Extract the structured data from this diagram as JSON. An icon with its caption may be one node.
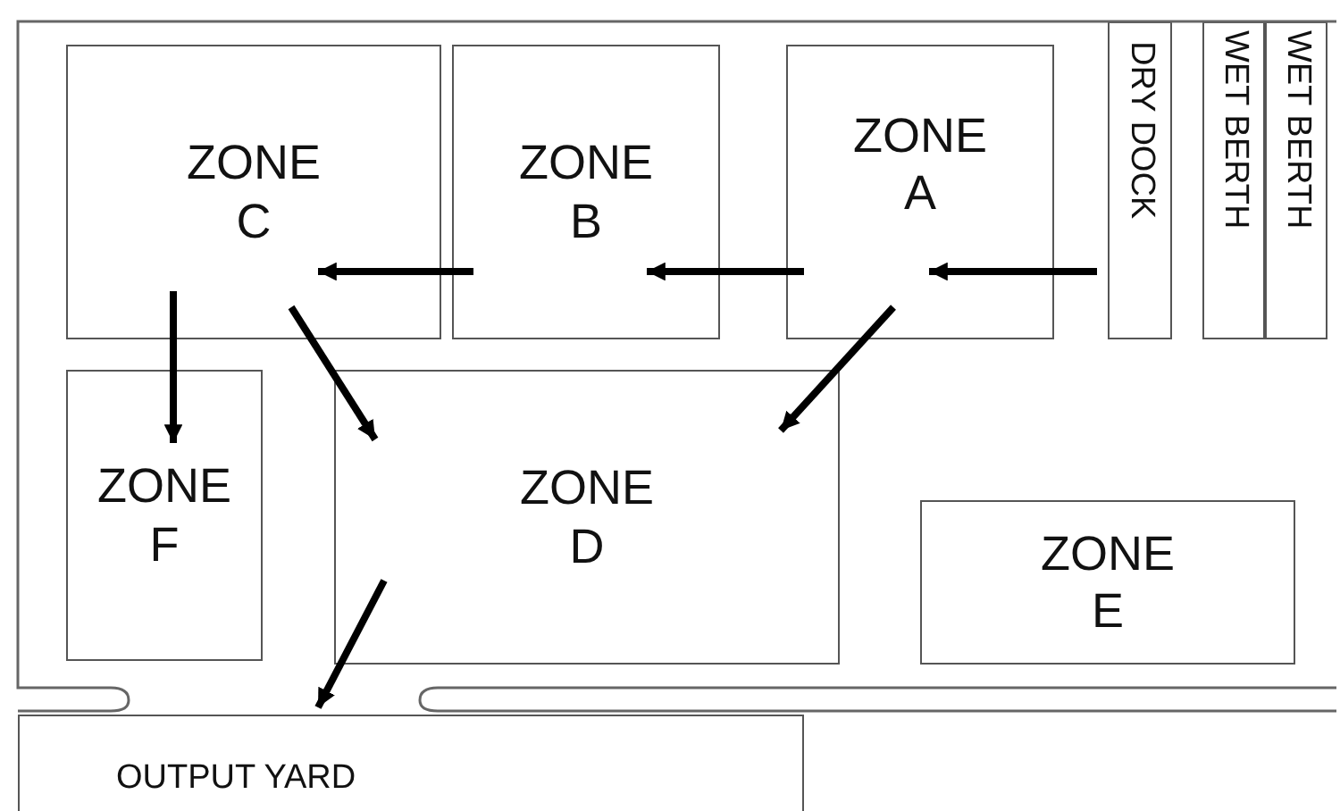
{
  "diagram": {
    "nodes": [
      {
        "text": [
          "ZONE C"
        ]
      },
      {
        "text": [
          "ZONE B"
        ]
      },
      {
        "text": [
          "ZONE A"
        ]
      },
      {
        "text": [
          "DRY DOCK"
        ]
      },
      {
        "text": [
          "WET BERTH"
        ]
      },
      {
        "text": [
          "WET BERTH"
        ]
      },
      {
        "text": [
          "ZONE F"
        ]
      },
      {
        "text": [
          "ZONE D"
        ]
      },
      {
        "text": [
          "ZONE E"
        ]
      },
      {
        "text": [
          "OUTPUT YARD"
        ]
      }
    ],
    "edges": [
      {
        "from": 3,
        "to": 2,
        "arrow": "to"
      },
      {
        "from": 2,
        "to": 1,
        "arrow": "to"
      },
      {
        "from": 1,
        "to": 0,
        "arrow": "to"
      },
      {
        "from": 0,
        "to": 6,
        "arrow": "to"
      },
      {
        "from": 0,
        "to": 7,
        "arrow": "to"
      },
      {
        "from": 2,
        "to": 7,
        "arrow": "to"
      },
      {
        "from": 7,
        "to": 9,
        "arrow": "to"
      }
    ]
  }
}
